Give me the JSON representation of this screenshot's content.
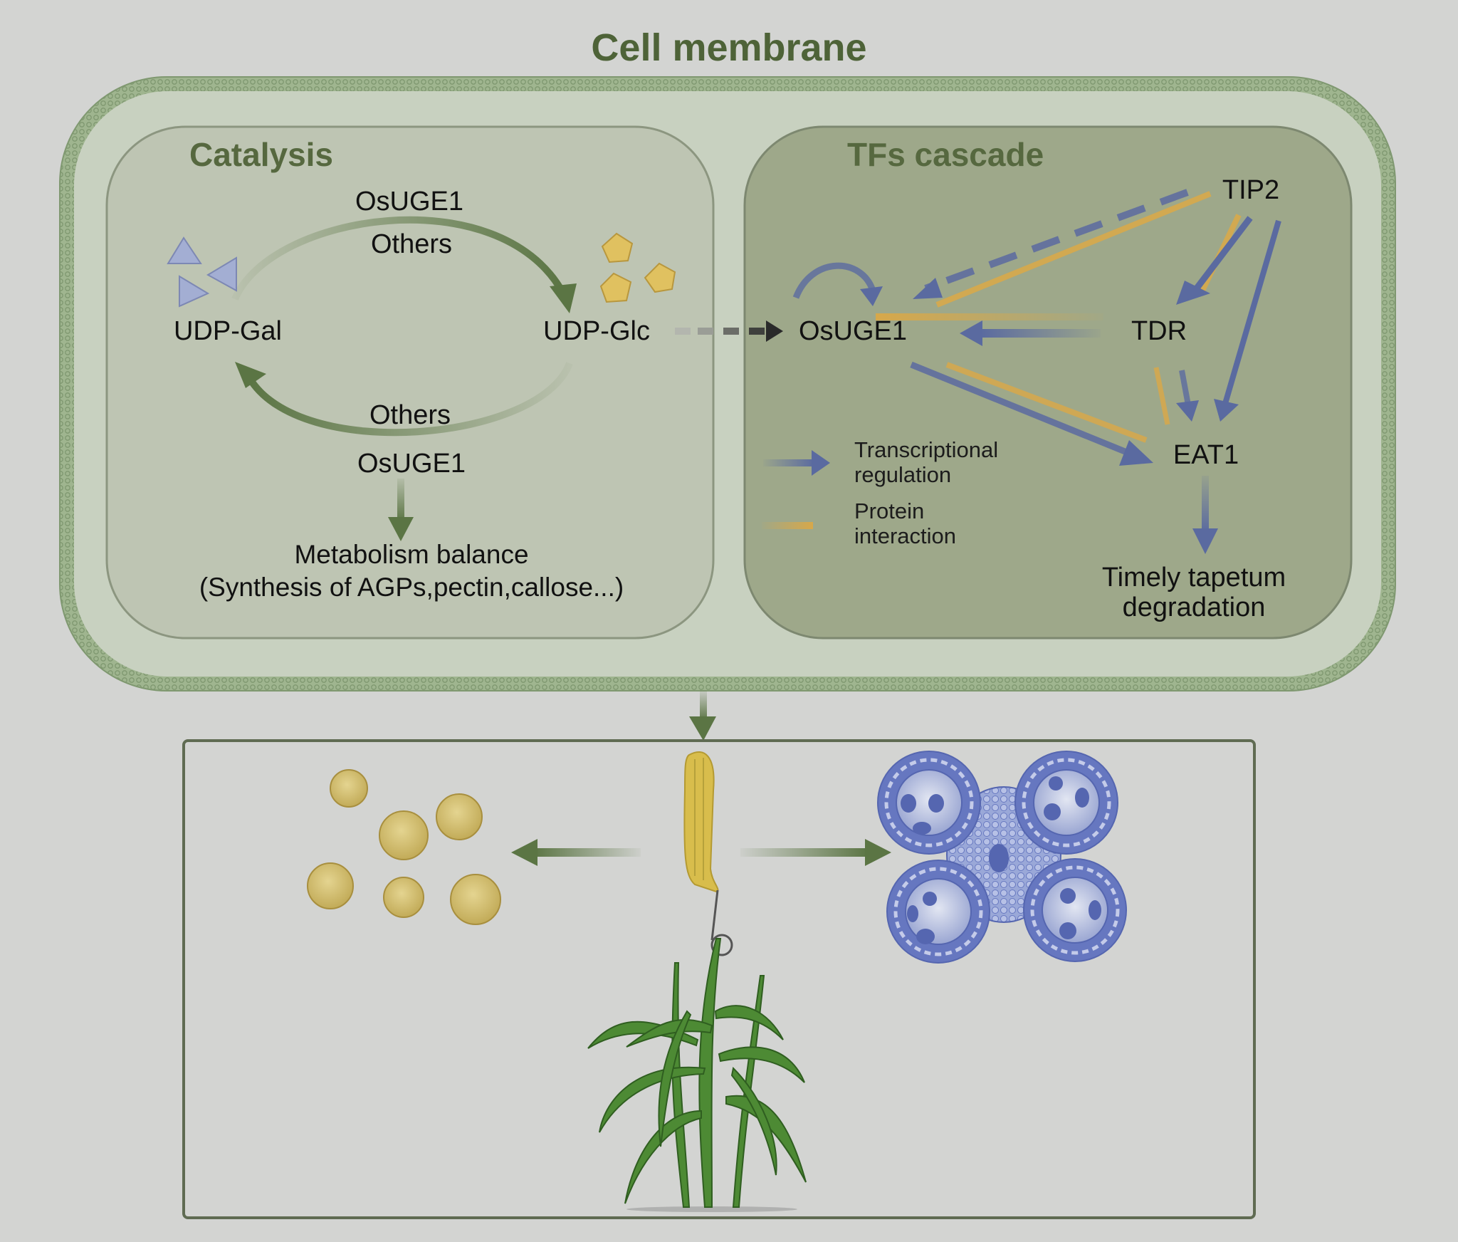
{
  "title": "Cell membrane",
  "colors": {
    "background": "#d3d4d2",
    "membrane": "#8fa67d",
    "membrane_inner": "#c8d1c0",
    "catalysis_panel": "#bec5b3",
    "tfs_panel": "#9ea88a",
    "green_arrow": "#5b7544",
    "blue_arrow": "#5a6aa0",
    "orange_line": "#d7a84a",
    "sugar_triangle": "#a3aed3",
    "sugar_pentagon": "#e0c160",
    "pollen": "#d2c071",
    "anther_section": "#6677c0",
    "plant": "#3e7a2a",
    "title_green": "#4e6338"
  },
  "catalysis": {
    "title": "Catalysis",
    "top_enzyme": "OsUGE1",
    "top_others": "Others",
    "bottom_others": "Others",
    "bottom_enzyme": "OsUGE1",
    "udp_gal": "UDP-Gal",
    "udp_glc": "UDP-Glc",
    "metabolism_title": "Metabolism balance",
    "metabolism_detail": "(Synthesis of AGPs,pectin,callose...)"
  },
  "tfs": {
    "title": "TFs cascade",
    "nodes": {
      "osuge1": "OsUGE1",
      "tip2": "TIP2",
      "tdr": "TDR",
      "eat1": "EAT1"
    },
    "outcome_line1": "Timely tapetum",
    "outcome_line2": "degradation",
    "edges": [
      {
        "from": "OsUGE1",
        "to": "OsUGE1",
        "type": "transcriptional",
        "style": "self-loop"
      },
      {
        "from": "TIP2",
        "to": "OsUGE1",
        "type": "transcriptional",
        "style": "dashed"
      },
      {
        "from": "TIP2",
        "to": "OsUGE1",
        "type": "protein-interaction"
      },
      {
        "from": "TIP2",
        "to": "TDR",
        "type": "transcriptional"
      },
      {
        "from": "TIP2",
        "to": "TDR",
        "type": "protein-interaction"
      },
      {
        "from": "TIP2",
        "to": "EAT1",
        "type": "transcriptional"
      },
      {
        "from": "TDR",
        "to": "OsUGE1",
        "type": "transcriptional"
      },
      {
        "from": "TDR",
        "to": "OsUGE1",
        "type": "protein-interaction"
      },
      {
        "from": "TDR",
        "to": "EAT1",
        "type": "transcriptional"
      },
      {
        "from": "TDR",
        "to": "EAT1",
        "type": "protein-interaction"
      },
      {
        "from": "OsUGE1",
        "to": "EAT1",
        "type": "transcriptional"
      },
      {
        "from": "OsUGE1",
        "to": "EAT1",
        "type": "protein-interaction"
      },
      {
        "from": "EAT1",
        "to": "Timely tapetum degradation",
        "type": "transcriptional"
      }
    ],
    "legend": [
      {
        "line1": "Transcriptional",
        "line2": "regulation",
        "kind": "arrow"
      },
      {
        "line1": "Protein",
        "line2": "interaction",
        "kind": "line"
      }
    ]
  },
  "bottom_panel": {
    "items": [
      "pollen-grains",
      "anther",
      "rice-plant",
      "anther-cross-section"
    ]
  }
}
